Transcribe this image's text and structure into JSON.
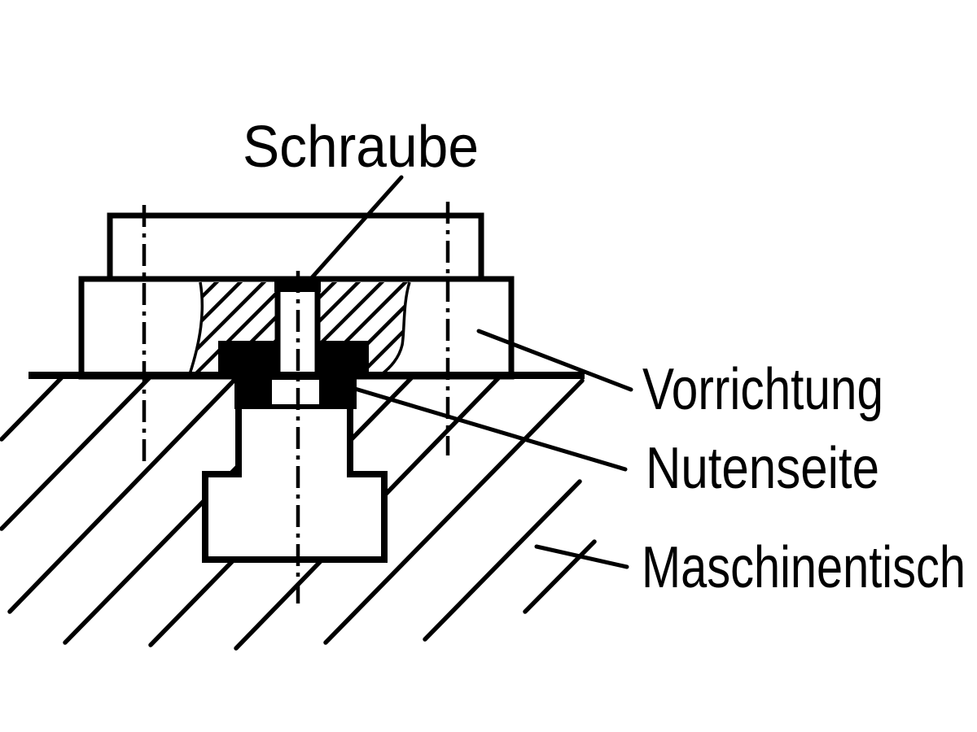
{
  "diagram": {
    "title_label": "Schraube",
    "labels": {
      "schraube": "Schraube",
      "vorrichtung": "Vorrichtung",
      "nutenseite": "Nutenseite",
      "maschinentisch": "Maschinentisch"
    },
    "colors": {
      "ink": "#000000",
      "paper": "#ffffff"
    },
    "style": {
      "drawing_type": "sectional technical drawing",
      "hatch_angle_deg": 45
    }
  }
}
